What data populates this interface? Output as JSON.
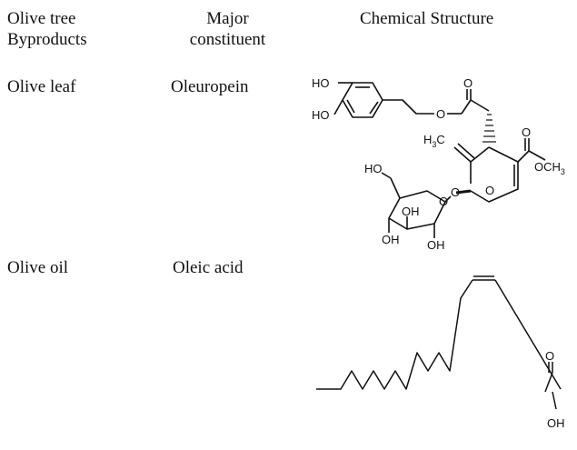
{
  "table": {
    "headers": {
      "col1_line1": "Olive tree",
      "col1_line2": "Byproducts",
      "col2_line1": "Major",
      "col2_line2": "constituent",
      "col3": "Chemical Structure"
    },
    "rows": [
      {
        "byproduct": "Olive leaf",
        "constituent": "Oleuropein",
        "structure_labels": {
          "ho_top": "HO",
          "ho_bottom": "HO",
          "carbonyl_o1": "O",
          "ester_o1": "O",
          "methyl_h": "H",
          "methyl_sub": "3",
          "methyl_c": "C",
          "carbonyl_o2": "O",
          "ester_methyl": "OCH",
          "ester_methyl_sub": "3",
          "pyran_o": "O",
          "glyco_o": "O",
          "sugar_ho": "HO",
          "sugar_ring_o": "O",
          "oh_a": "OH",
          "oh_b": "OH",
          "oh_c": "OH"
        }
      },
      {
        "byproduct": "Olive oil",
        "constituent": "Oleic acid",
        "structure_labels": {
          "acid_o": "O",
          "acid_oh": "OH"
        }
      }
    ]
  }
}
